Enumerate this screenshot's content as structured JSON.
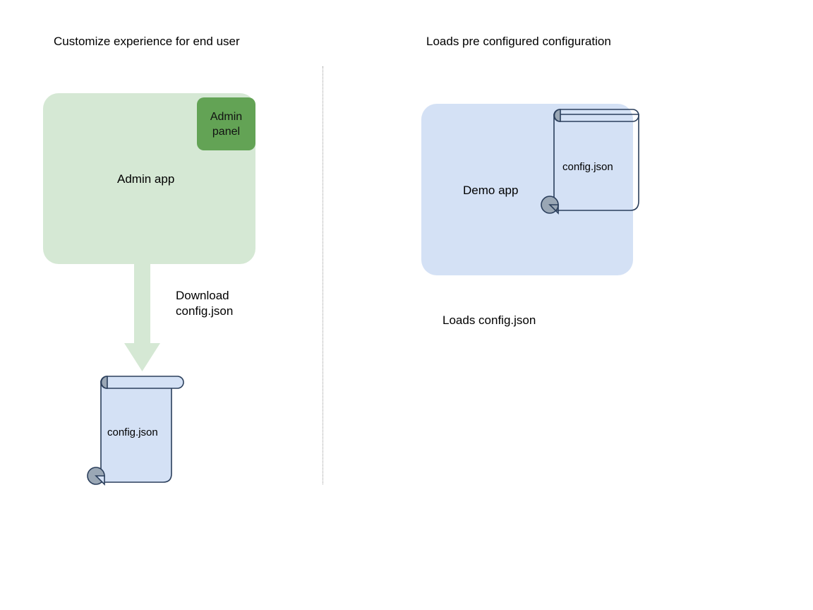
{
  "diagram": {
    "type": "flow",
    "background": "#ffffff",
    "colors": {
      "admin_app_fill": "#d5e8d4",
      "admin_panel_fill": "#63a355",
      "demo_app_fill": "#d4e1f5",
      "document_fill": "#d4e1f5",
      "document_stroke": "#2b3f5c",
      "document_roll_fill": "#9aa7b5",
      "arrow_fill": "#d5e8d4",
      "divider_stroke": "#9a9a9a",
      "text": "#000000"
    },
    "sections": [
      {
        "name": "left",
        "title": "Customize experience for end user"
      },
      {
        "name": "right",
        "title": "Loads pre configured configuration"
      }
    ],
    "nodes": [
      {
        "id": "admin-app",
        "label": "Admin app",
        "shape": "rounded-rect",
        "fill": "#d5e8d4"
      },
      {
        "id": "admin-panel",
        "label_line1": "Admin",
        "label_line2": "panel",
        "shape": "rounded-rect",
        "fill": "#63a355"
      },
      {
        "id": "demo-app",
        "label": "Demo app",
        "shape": "rounded-rect",
        "fill": "#d4e1f5"
      },
      {
        "id": "doc-left",
        "label": "config.json",
        "shape": "document-scroll",
        "fill": "#d4e1f5"
      },
      {
        "id": "doc-right",
        "label": "config.json",
        "shape": "document-scroll",
        "fill": "transparent"
      }
    ],
    "edges": [
      {
        "id": "download-arrow",
        "from": "admin-app",
        "to": "doc-left",
        "direction": "down",
        "label_line1": "Download",
        "label_line2": "config.json",
        "fill": "#d5e8d4"
      }
    ],
    "captions": [
      {
        "id": "loads-caption",
        "text": "Loads config.json"
      }
    ],
    "icon_names": [
      "document-scroll-icon",
      "down-arrow-icon",
      "vertical-dotted-divider"
    ]
  }
}
